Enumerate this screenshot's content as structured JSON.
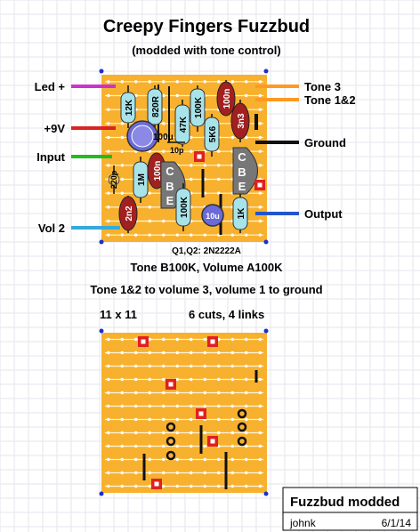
{
  "title": "Creepy Fingers Fuzzbud",
  "subtitle": "(modded with tone control)",
  "labels_left": {
    "led": "Led +",
    "v9": "+9V",
    "input": "Input",
    "vol2": "Vol 2"
  },
  "labels_right": {
    "tone3": "Tone 3",
    "tone12": "Tone 1&2",
    "ground": "Ground",
    "output": "Output"
  },
  "components": {
    "r_12k": "12K",
    "r_820r": "820R",
    "r_47k": "47K",
    "r_100k_top": "100K",
    "r_5k6": "5K6",
    "c_100n_top": "100n",
    "c_3n3": "3n3",
    "c_100u": "100u",
    "c_10p": "10p",
    "c_220p": "220p",
    "r_1m": "1M",
    "c_100n_mid": "100n",
    "r_100k_bottom": "100K",
    "c_10u": "10u",
    "r_1k": "1K",
    "c_2n2": "2n2",
    "q1_pins": [
      "C",
      "B",
      "E"
    ],
    "q2_pins": [
      "C",
      "B",
      "E"
    ]
  },
  "transistor_note": "Q1,Q2: 2N2222A",
  "notes": {
    "pots": "Tone B100K, Volume A100K",
    "wiring": "Tone 1&2 to volume 3, volume 1 to ground"
  },
  "board": {
    "size": "11 x 11",
    "cuts_links": "6 cuts, 4 links"
  },
  "titleblock": {
    "name": "Fuzzbud modded",
    "author": "johnk",
    "date": "6/1/14"
  },
  "colors": {
    "board": "#f7b12e",
    "strip_line": "#ffffff",
    "hole": "#ffffff",
    "cut": "#e02020",
    "resistor": "#a9e3ea",
    "film_cap": "#a32020",
    "transistor": "#777777",
    "electrolytic": "#6a6ad8",
    "wire_led": "#cc33cc",
    "wire_9v": "#dd2222",
    "wire_input": "#22bb22",
    "wire_vol2": "#33aadd",
    "wire_tone": "#ff9922",
    "wire_ground": "#111111",
    "wire_output": "#2255cc"
  }
}
